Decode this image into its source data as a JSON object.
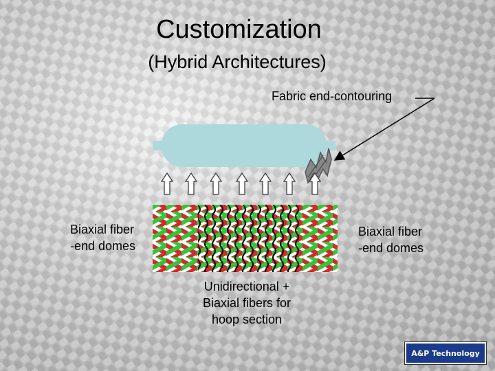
{
  "title": "Customization",
  "subtitle": "(Hybrid Architectures)",
  "labels": {
    "fabric_end_contouring": "Fabric end-contouring",
    "left_domes_line1": "Biaxial fiber",
    "left_domes_line2": "-end domes",
    "right_domes_line1": "Biaxial fiber",
    "right_domes_line2": "-end domes",
    "center_line1": "Unidirectional +",
    "center_line2": "Biaxial fibers for",
    "center_line3": "hoop section"
  },
  "logo": {
    "text": "A&P Technology"
  },
  "colors": {
    "vessel": "#add8dc",
    "braid_red": "#d22a2a",
    "braid_green": "#35c43a",
    "braid_black": "#111111",
    "arrow_fill": "#ffffff",
    "arrow_stroke": "#333333"
  }
}
